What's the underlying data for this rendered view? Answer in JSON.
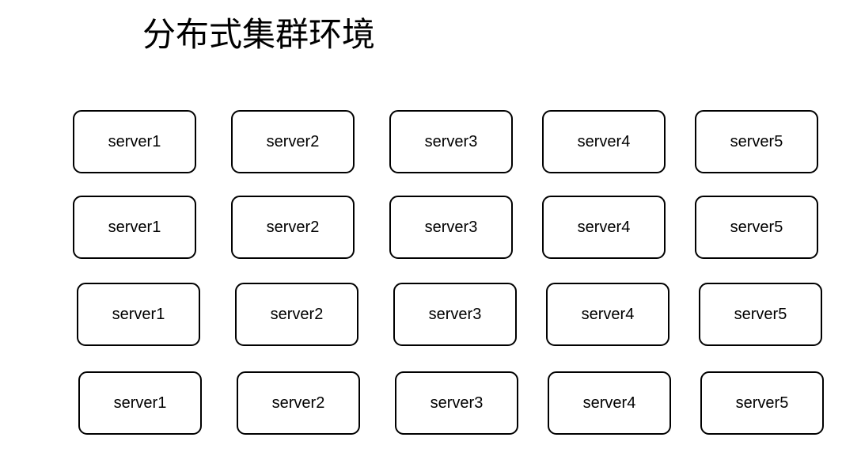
{
  "title": "分布式集群环境",
  "rows": [
    {
      "servers": [
        "server1",
        "server2",
        "server3",
        "server4",
        "server5"
      ]
    },
    {
      "servers": [
        "server1",
        "server2",
        "server3",
        "server4",
        "server5"
      ]
    },
    {
      "servers": [
        "server1",
        "server2",
        "server3",
        "server4",
        "server5"
      ]
    },
    {
      "servers": [
        "server1",
        "server2",
        "server3",
        "server4",
        "server5"
      ]
    }
  ]
}
